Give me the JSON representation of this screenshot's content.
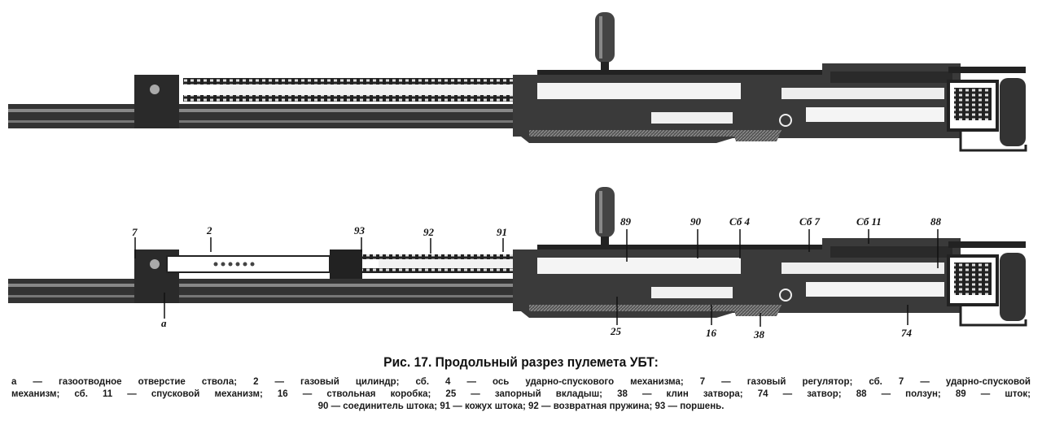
{
  "figure": {
    "caption": "Рис. 17. Продольный разрез пулемета УБТ:",
    "callouts": [
      "7",
      "2",
      "93",
      "92",
      "91",
      "89",
      "90",
      "Сб 4",
      "Сб 7",
      "Сб 11",
      "88",
      "а",
      "25",
      "16",
      "38",
      "74"
    ],
    "legend_lines": [
      "а — газоотводное отверстие ствола; 2 — газовый цилиндр; сб. 4 — ось ударно-спускового механизма; 7 — газовый регулятор; сб. 7 — ударно-спусковой",
      "механизм; сб. 11 — спусковой механизм; 16 — ствольная коробка; 25 — запорный вкладыш; 38 — клин затвора; 74 — затвор; 88 — ползун; 89 — шток;",
      "90 — соединитель штока; 91 — кожух штока; 92 — возвратная пружина; 93 — поршень."
    ]
  }
}
